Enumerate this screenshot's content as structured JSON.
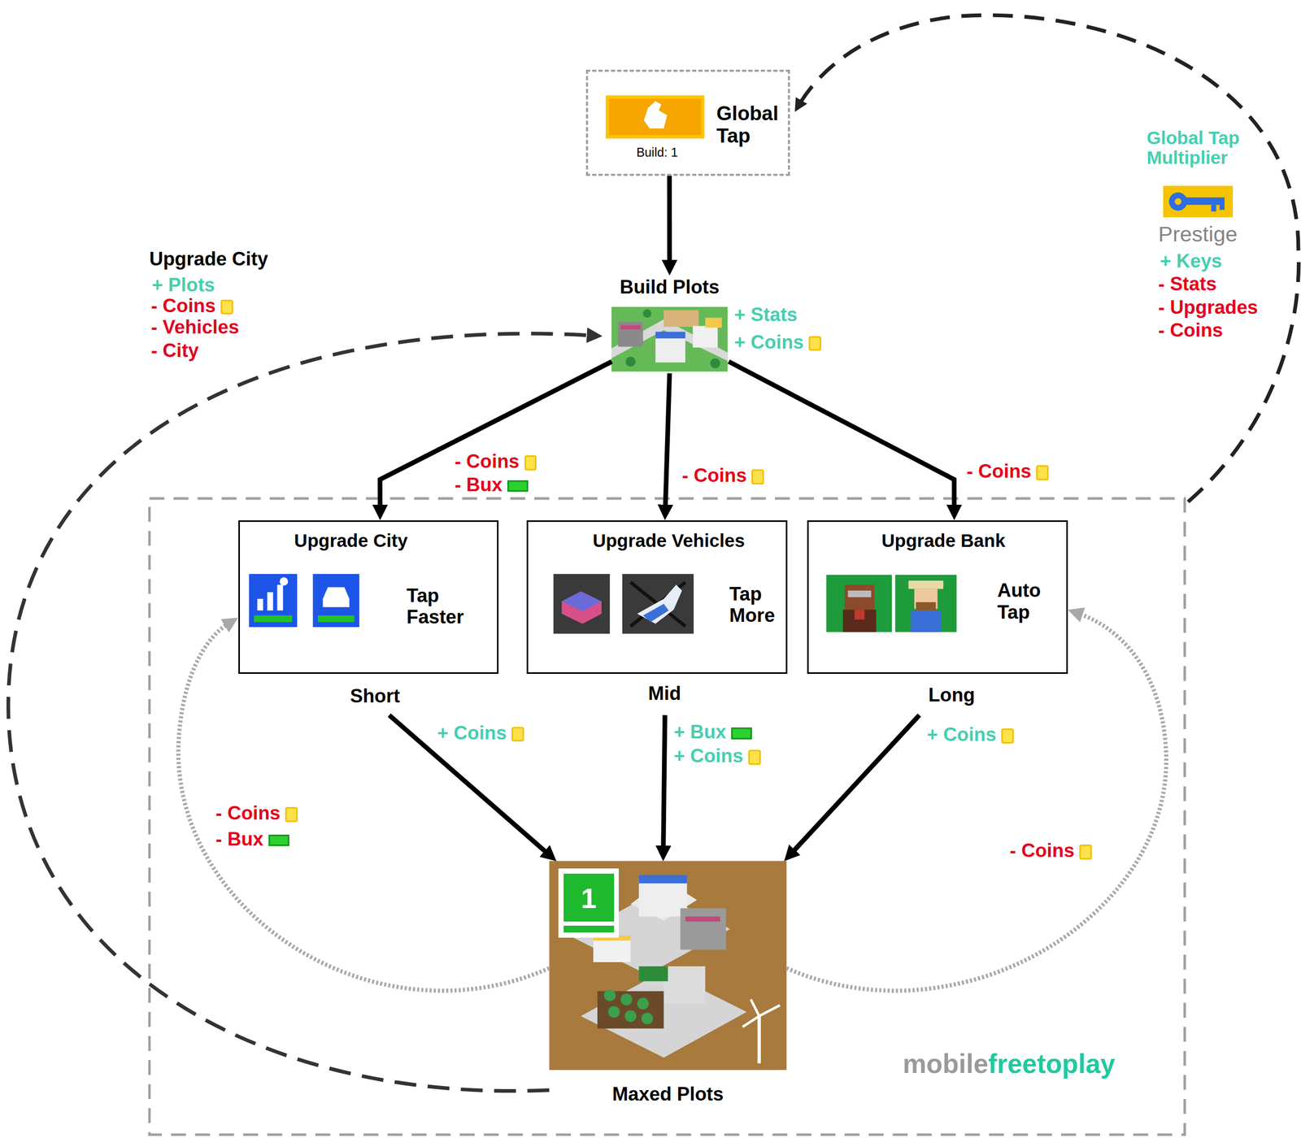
{
  "diagram": {
    "nodes": [
      {
        "text": [
          "Build: 1",
          "Global Tap"
        ]
      },
      {
        "text": [
          "Build Plots"
        ]
      },
      {
        "text": [
          "Upgrade City",
          "Tap Faster",
          "Short"
        ]
      },
      {
        "text": [
          "Upgrade Vehicles",
          "Tap More",
          "Mid"
        ]
      },
      {
        "text": [
          "Upgrade Bank",
          "Auto Tap",
          "Long"
        ]
      },
      {
        "text": [
          "1",
          "Maxed Plots"
        ]
      }
    ],
    "edges": [
      {
        "from": 0,
        "to": 1,
        "arrow": "to"
      },
      {
        "from": 1,
        "to": 2,
        "arrow": "to"
      },
      {
        "from": 1,
        "to": 3,
        "arrow": "to"
      },
      {
        "from": 1,
        "to": 4,
        "arrow": "to"
      },
      {
        "from": 2,
        "to": 5,
        "arrow": "to"
      },
      {
        "from": 3,
        "to": 5,
        "arrow": "to"
      },
      {
        "from": 4,
        "to": 5,
        "arrow": "to"
      },
      {
        "from": 5,
        "to": 1,
        "arrow": "to"
      },
      {
        "from": 5,
        "to": 2,
        "arrow": "to"
      },
      {
        "from": 5,
        "to": 4,
        "arrow": "to"
      }
    ],
    "labels": [
      "Upgrade City",
      "+ Plots",
      "- Coins",
      "- Vehicles",
      "- City",
      "+ Stats",
      "+ Coins",
      "- Coins",
      "- Bux",
      "- Coins",
      "- Coins",
      "+ Coins",
      "+ Bux",
      "+ Coins",
      "+ Coins",
      "- Coins",
      "- Bux",
      "- Coins",
      "Global Tap Multiplier",
      "Prestige",
      "+ Keys",
      "- Stats",
      "- Upgrades",
      "- Coins",
      "mobile",
      "freetoplay"
    ]
  }
}
